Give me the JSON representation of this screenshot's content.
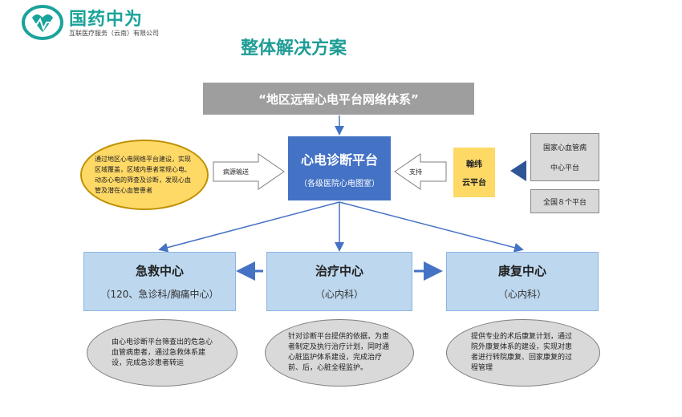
{
  "logo": {
    "title": "国药中为",
    "subtitle": "互联医疗服务（云南）有限公司"
  },
  "page_title": "整体解决方案",
  "network": "“地区远程心电平台网络体系”",
  "platform": {
    "title": "心电诊断平台",
    "subtitle": "（各级医院心电图室）"
  },
  "left_desc": "通过地区心电网络平台建设，实现区域覆盖，区域内患者常规心电、动态心电的筛查及诊断，发现心血管及潜在心血管患者",
  "arrow_left_label": "病源输送",
  "arrow_right_label": "支持",
  "hanwei": {
    "line1": "翰纬",
    "line2": "云平台"
  },
  "national": {
    "line1": "国家心血管病",
    "line2": "中心平台",
    "box2": "全国８个平台"
  },
  "centers": [
    {
      "title": "急救中心",
      "subtitle": "（120、急诊科/胸痛中心）",
      "desc": "由心电诊断平台筛查出的危急心血管病患者，通过急救体系建设，完成急诊患者转运"
    },
    {
      "title": "治疗中心",
      "subtitle": "（心内科）",
      "desc": "针对诊断平台提供的依据，为患者制定及执行治疗计划，同时通心脏监护体系建设，完成治疗前、后，心脏全程监护。"
    },
    {
      "title": "康复中心",
      "subtitle": "（心内科）",
      "desc": "提供专业的术后康复计划，通过院外康复体系的建设，实现对患者进行转院康复、回家康复的过程管理"
    }
  ],
  "colors": {
    "primary_blue": "#4472c4",
    "light_blue": "#bdd7ee",
    "yellow": "#ffd966",
    "gray": "#9e9e9e",
    "teal": "#1f9c96"
  }
}
